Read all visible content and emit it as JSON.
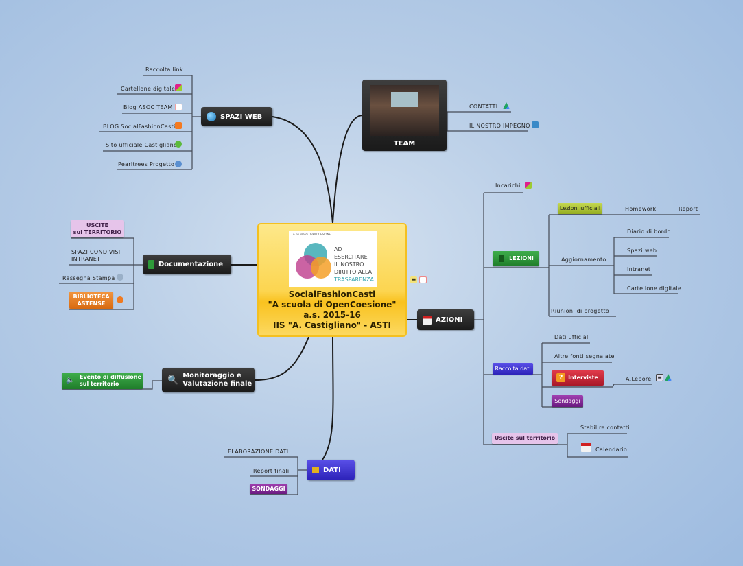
{
  "center": {
    "lines": [
      "SocialFashionCasti",
      "\"A scuola di OpenCoesione\"",
      "a.s. 2015-16",
      "IIS \"A. Castigliano\" - ASTI"
    ],
    "logo_text": [
      "AD ESERCITARE",
      "IL NOSTRO",
      "DIRITTO ALLA",
      "TRASPARENZA"
    ],
    "logo_header": "A scuola di OPENCOESIONE"
  },
  "spazi_web": {
    "label": "SPAZI WEB",
    "items": [
      "Raccolta link",
      "Cartellone digitale",
      "Blog ASOC TEAM",
      "BLOG SocialFashionCasti",
      "Sito ufficiale Castigliano",
      "Pearltrees Progetto"
    ]
  },
  "team": {
    "label": "TEAM",
    "items": [
      "CONTATTI",
      "IL NOSTRO IMPEGNO"
    ]
  },
  "documentazione": {
    "label": "Documentazione",
    "uscite": "USCITE\nsul TERRITORIO",
    "spazi": "SPAZI CONDIVISI\nINTRANET",
    "rassegna": "Rassegna Stampa",
    "biblioteca": "BIBLIOTECA\nASTENSE"
  },
  "monitoraggio": {
    "label": "Monitoraggio e\nValutazione finale",
    "evento": "Evento di diffusione\nsul territorio"
  },
  "dati": {
    "label": "DATI",
    "items": [
      "ELABORAZIONE DATI",
      "Report finali"
    ],
    "sondaggi": "SONDAGGI"
  },
  "azioni": {
    "label": "AZIONI",
    "incarichi": "Incarichi",
    "lezioni": {
      "label": "LEZIONI",
      "ufficiali": "Lezioni ufficiali",
      "homework": "Homework",
      "report": "Report",
      "aggiornamento": "Aggiornamento",
      "agg_items": [
        "Diario di bordo",
        "Spazi web",
        "Intranet",
        "Cartellone digitale"
      ],
      "riunioni": "Riunioni di progetto"
    },
    "raccolta": {
      "label": "Raccolta dati",
      "items": [
        "Dati ufficiali",
        "Altre fonti segnalate"
      ],
      "interviste": "Interviste",
      "lepore": "A.Lepore",
      "sondaggi": "Sondaggi"
    },
    "uscite": {
      "label": "Uscite sul territorio",
      "items": [
        "Stabilire contatti",
        "Calendario"
      ]
    }
  }
}
